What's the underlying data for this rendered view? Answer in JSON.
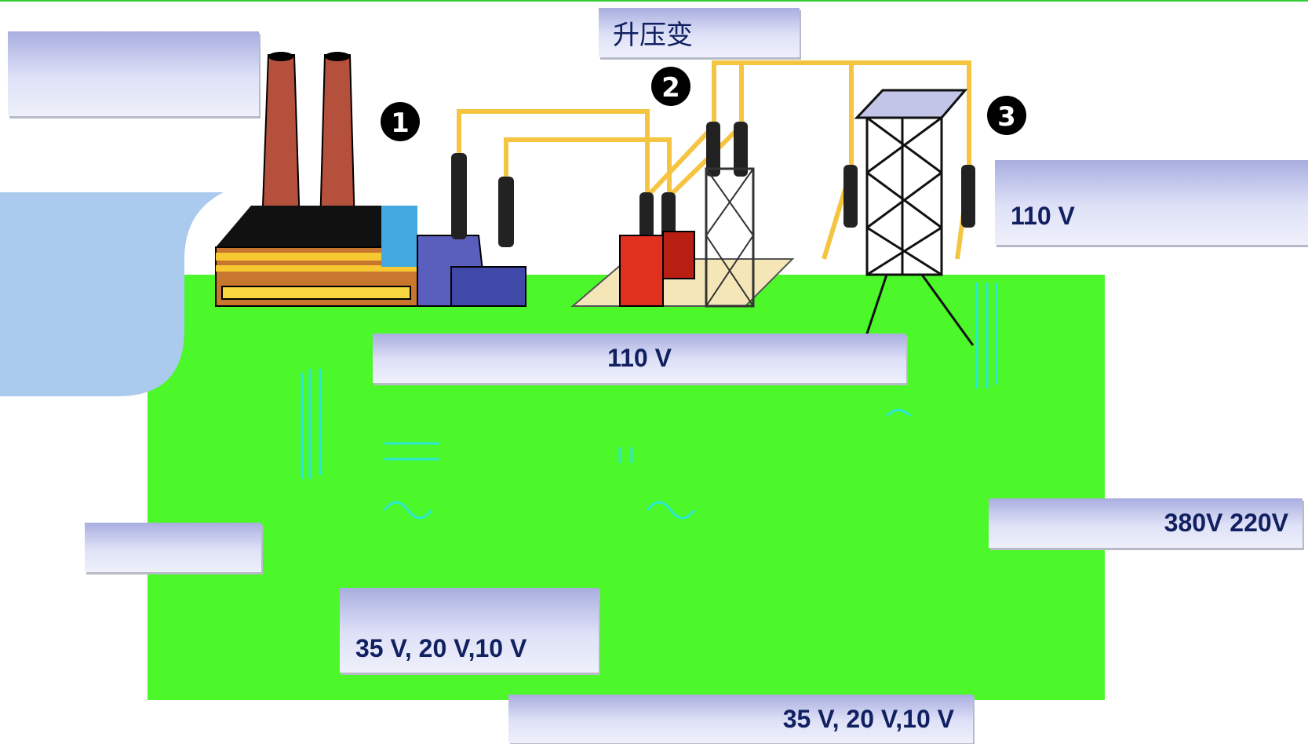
{
  "labels": {
    "step_up_transformer": "升压变",
    "transmission_voltage": "110  V",
    "center_voltage": "110  V",
    "consumer_voltage": "380V    220V",
    "distribution_voltage_a": "35  V, 20  V,10  V",
    "distribution_voltage_b": "35  V, 20  V,10  V"
  },
  "markers": [
    "1",
    "2",
    "3"
  ],
  "colors": {
    "label_top": "#a9aee0",
    "label_bottom": "#eef0fb",
    "ground": "#4cf72a",
    "callout": "#aacbee",
    "wire": "#f5c542",
    "chimney": "#b5503c"
  }
}
